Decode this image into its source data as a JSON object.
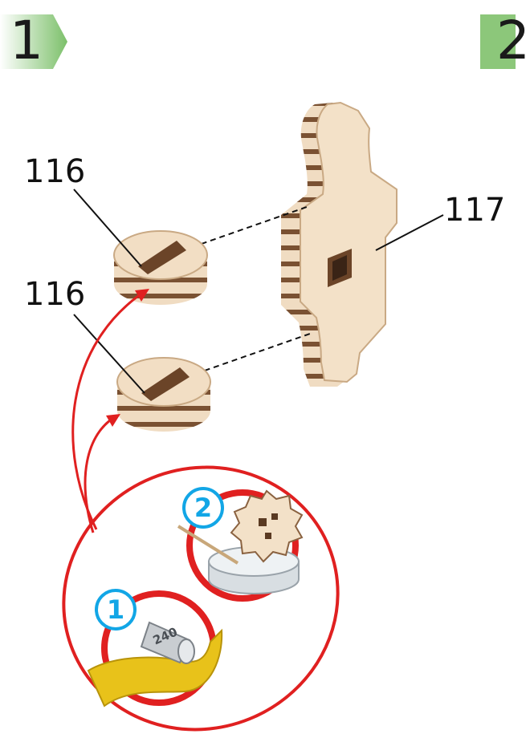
{
  "steps": {
    "current": "1",
    "next": "2"
  },
  "parts": {
    "ring_upper": "116",
    "ring_lower": "116",
    "bracket": "117"
  },
  "substeps": {
    "sand": "1",
    "glue": "2"
  },
  "sandpaper": {
    "grit": "240"
  },
  "colors": {
    "badge_green": "#8cc77a",
    "callout_red": "#e02020",
    "substep_blue": "#12a6e6",
    "wood_light": "#f0dcc2",
    "wood_dark": "#7a5132",
    "sandpaper_yellow": "#e8c21a"
  }
}
